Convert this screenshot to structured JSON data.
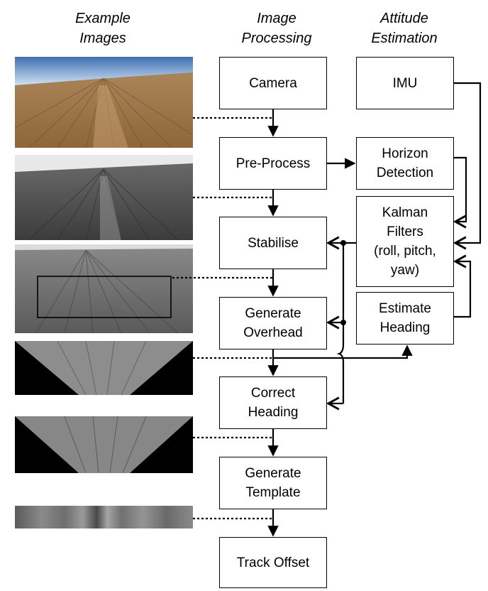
{
  "headers": {
    "example_images": [
      "Example",
      "Images"
    ],
    "image_processing": [
      "Image",
      "Processing"
    ],
    "attitude_estimation": [
      "Attitude",
      "Estimation"
    ]
  },
  "processing_steps": [
    {
      "lines": [
        "Camera"
      ]
    },
    {
      "lines": [
        "Pre-Process"
      ]
    },
    {
      "lines": [
        "Stabilise"
      ]
    },
    {
      "lines": [
        "Generate",
        "Overhead"
      ]
    },
    {
      "lines": [
        "Correct",
        "Heading"
      ]
    },
    {
      "lines": [
        "Generate",
        "Template"
      ]
    },
    {
      "lines": [
        "Track Offset"
      ]
    }
  ],
  "attitude_steps": [
    {
      "lines": [
        "IMU"
      ]
    },
    {
      "lines": [
        "Horizon",
        "Detection"
      ]
    },
    {
      "lines": [
        "Kalman",
        "Filters",
        "(roll, pitch,",
        "yaw)"
      ]
    },
    {
      "lines": [
        "Estimate",
        "Heading"
      ]
    }
  ],
  "example_image_names": [
    "camera-image",
    "preprocessed-image",
    "stabilised-image",
    "overhead-image",
    "heading-corrected-image",
    "template-image"
  ],
  "colors": {
    "sky": "#5a87c0",
    "soil": "#a3784a",
    "line": "#000000"
  }
}
